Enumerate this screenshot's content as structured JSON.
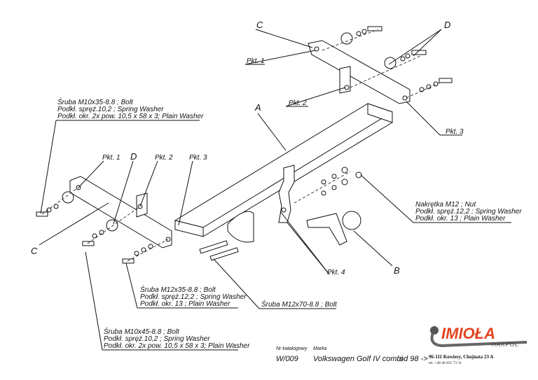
{
  "callouts": {
    "c_top": "C",
    "d_top": "D",
    "a": "A",
    "b": "B",
    "c_left": "C",
    "d_left": "D",
    "pkt1_top": "Pkt. 1",
    "pkt2_top": "Pkt. 2",
    "pkt3_top": "Pkt. 3",
    "pkt1_left": "Pkt. 1",
    "pkt2_left": "Pkt. 2",
    "pkt3_left": "Pkt. 3",
    "pkt4": "Pkt. 4"
  },
  "notes": {
    "bolt_m10x35": [
      "Śruba M10x35-8.8 ;  Bolt",
      "Podkł. spręż.10,2 ; Spring Washer",
      "Podkł. okr. 2x pow. 10,5 x 58 x 3; Plain Washer"
    ],
    "nut_m12": [
      "Nakrętka  M12 ; Nut",
      "Podkł. spręż.12,2 ; Spring Washer",
      "Podkł. okr. 13 ; Plain Washer"
    ],
    "bolt_m12x35": [
      "Śruba M12x35-8.8 ;  Bolt",
      "Podkł. spręż.12,2 ; Spring Washer",
      "Podkł. okr. 13 ; Plain Washer"
    ],
    "bolt_m12x70": [
      "Śruba M12x70-8.8 ;  Bolt"
    ],
    "bolt_m10x45": [
      "Śruba M10x45-8.8 ;  Bolt",
      "Podkł. spręż.10,2 ; Spring Washer",
      "Podkł. okr. 2x pow. 10,5 x 58 x 3; Plain Washer"
    ]
  },
  "footer": {
    "catalog_label": "Nr katalogowy",
    "catalog_value": "W/009",
    "brand_label": "Marka",
    "brand_value": "Volkswagen Golf IV combi",
    "year": "od 98 ->"
  },
  "company": {
    "logo": "IMIOŁA",
    "sub": "HAKPOL",
    "address": "96-111 Kowiesy, Chojnata 23 A",
    "phone": "tel. +48 46 831 73 31",
    "brand_color": "#e2451f"
  }
}
